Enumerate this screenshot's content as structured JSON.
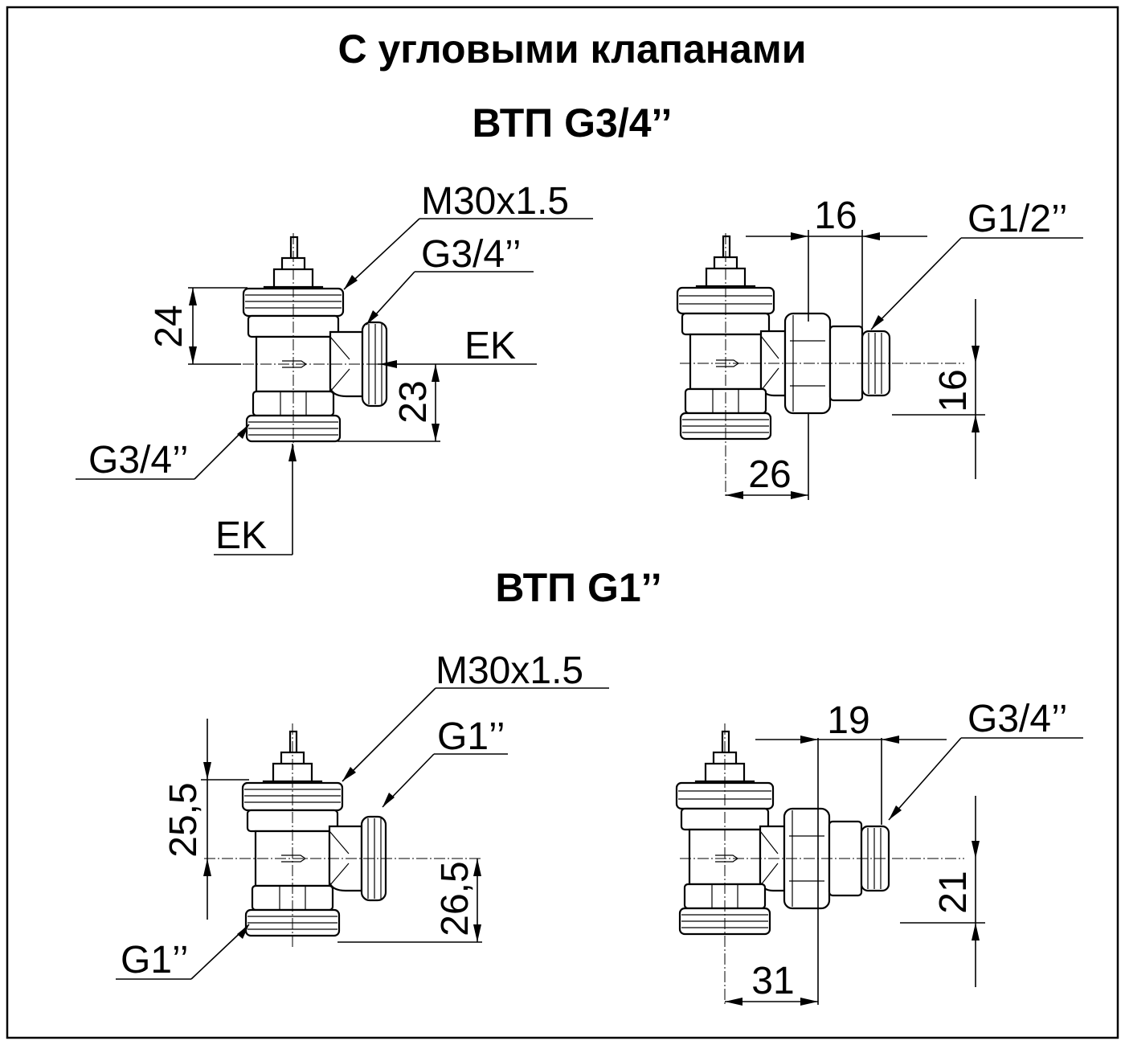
{
  "title": "С угловыми клапанами",
  "sections": [
    {
      "heading": "ВТП G3/4’’",
      "left_view": {
        "thread_top": "M30x1.5",
        "thread_side": "G3/4’’",
        "thread_bottom": "G3/4’’",
        "ek_side": "EK",
        "ek_bottom": "EK",
        "dim_height_top": "24",
        "dim_height_side": "23"
      },
      "right_view": {
        "thread_side": "G1/2’’",
        "dim_top": "16",
        "dim_right": "16",
        "dim_bottom": "26"
      }
    },
    {
      "heading": "ВТП G1’’",
      "left_view": {
        "thread_top": "M30x1.5",
        "thread_side": "G1’’",
        "thread_bottom": "G1’’",
        "dim_height_top": "25,5",
        "dim_height_side": "26,5"
      },
      "right_view": {
        "thread_side": "G3/4’’",
        "dim_top": "19",
        "dim_right": "21",
        "dim_bottom": "31"
      }
    }
  ]
}
